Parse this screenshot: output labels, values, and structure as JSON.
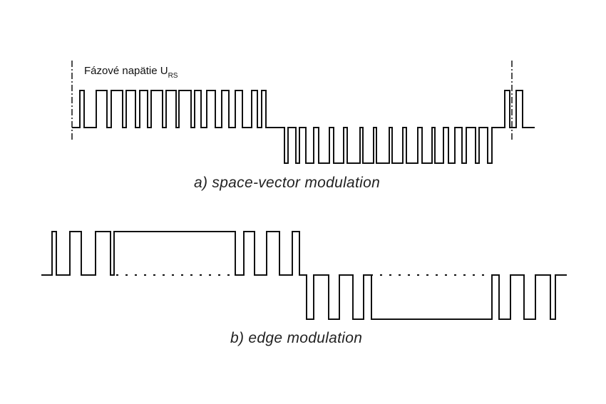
{
  "figure_a": {
    "label_main": "Fázové napätie U",
    "label_subscript": "RS",
    "caption": "a) space-vector modulation"
  },
  "figure_b": {
    "caption": "b) edge modulation"
  },
  "colors": {
    "stroke": "#111111",
    "background": "#ffffff"
  }
}
